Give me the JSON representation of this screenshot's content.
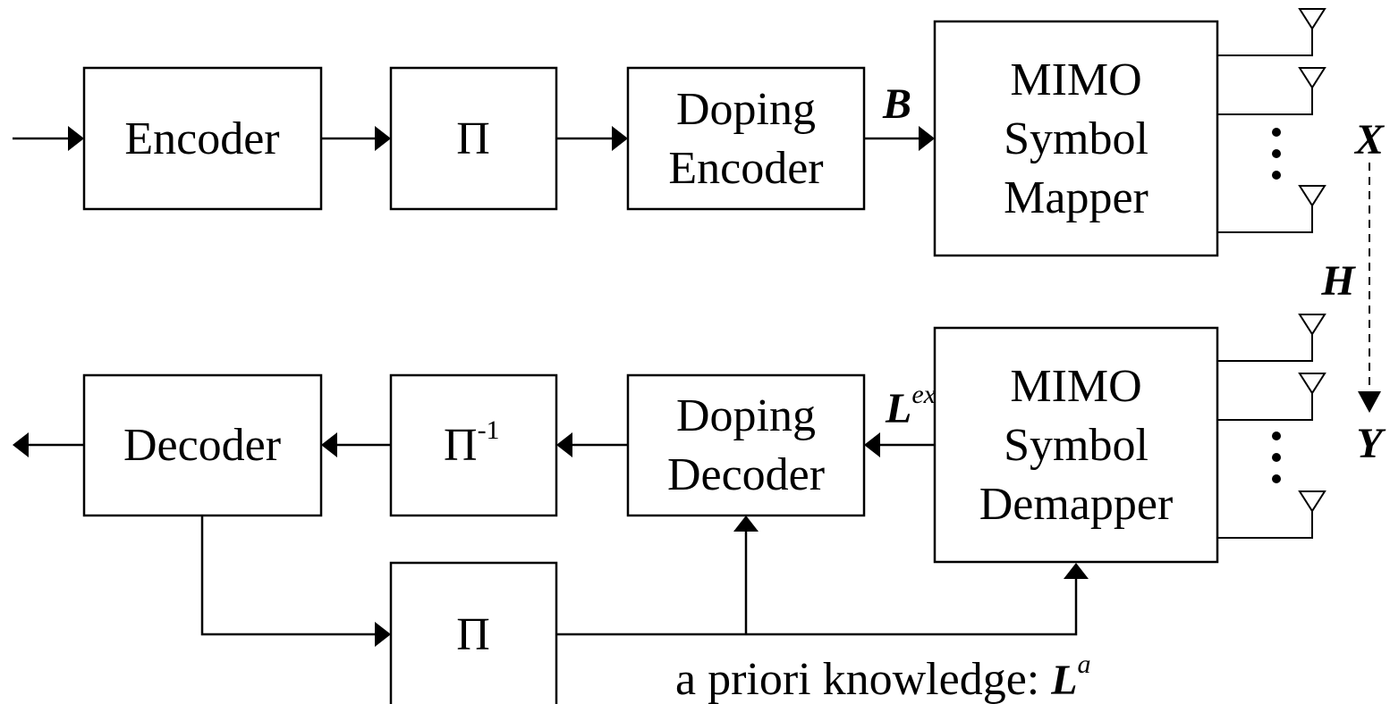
{
  "blocks": {
    "encoder": "Encoder",
    "interleaver_top": "Π",
    "doping_encoder": [
      "Doping",
      "Encoder"
    ],
    "mimo_mapper": [
      "MIMO",
      "Symbol",
      "Mapper"
    ],
    "decoder": "Decoder",
    "deinterleaver": {
      "base": "Π",
      "sup": "-1"
    },
    "doping_decoder": [
      "Doping",
      "Decoder"
    ],
    "mimo_demapper": [
      "MIMO",
      "Symbol",
      "Demapper"
    ],
    "interleaver_bottom": "Π"
  },
  "signals": {
    "B": "B",
    "X": "X",
    "H": "H",
    "Y": "Y",
    "L_ex": {
      "base": "L",
      "sup": "ex"
    },
    "a_priori": {
      "text": "a priori knowledge: ",
      "base": "L",
      "sup": "a"
    }
  }
}
